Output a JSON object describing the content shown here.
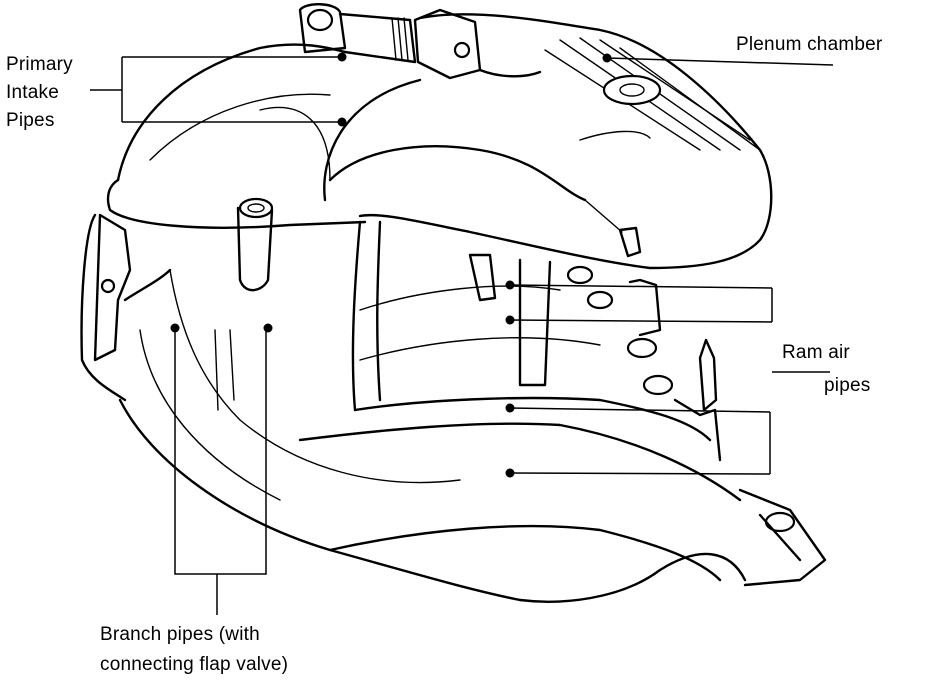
{
  "labels": {
    "primary_intake_pipes": [
      "Primary",
      "Intake",
      "Pipes"
    ],
    "plenum_chamber": "Plenum chamber",
    "ram_air_pipes": [
      "Ram air",
      "pipes"
    ],
    "branch_pipes": [
      "Branch pipes (with",
      "connecting flap valve)"
    ]
  }
}
